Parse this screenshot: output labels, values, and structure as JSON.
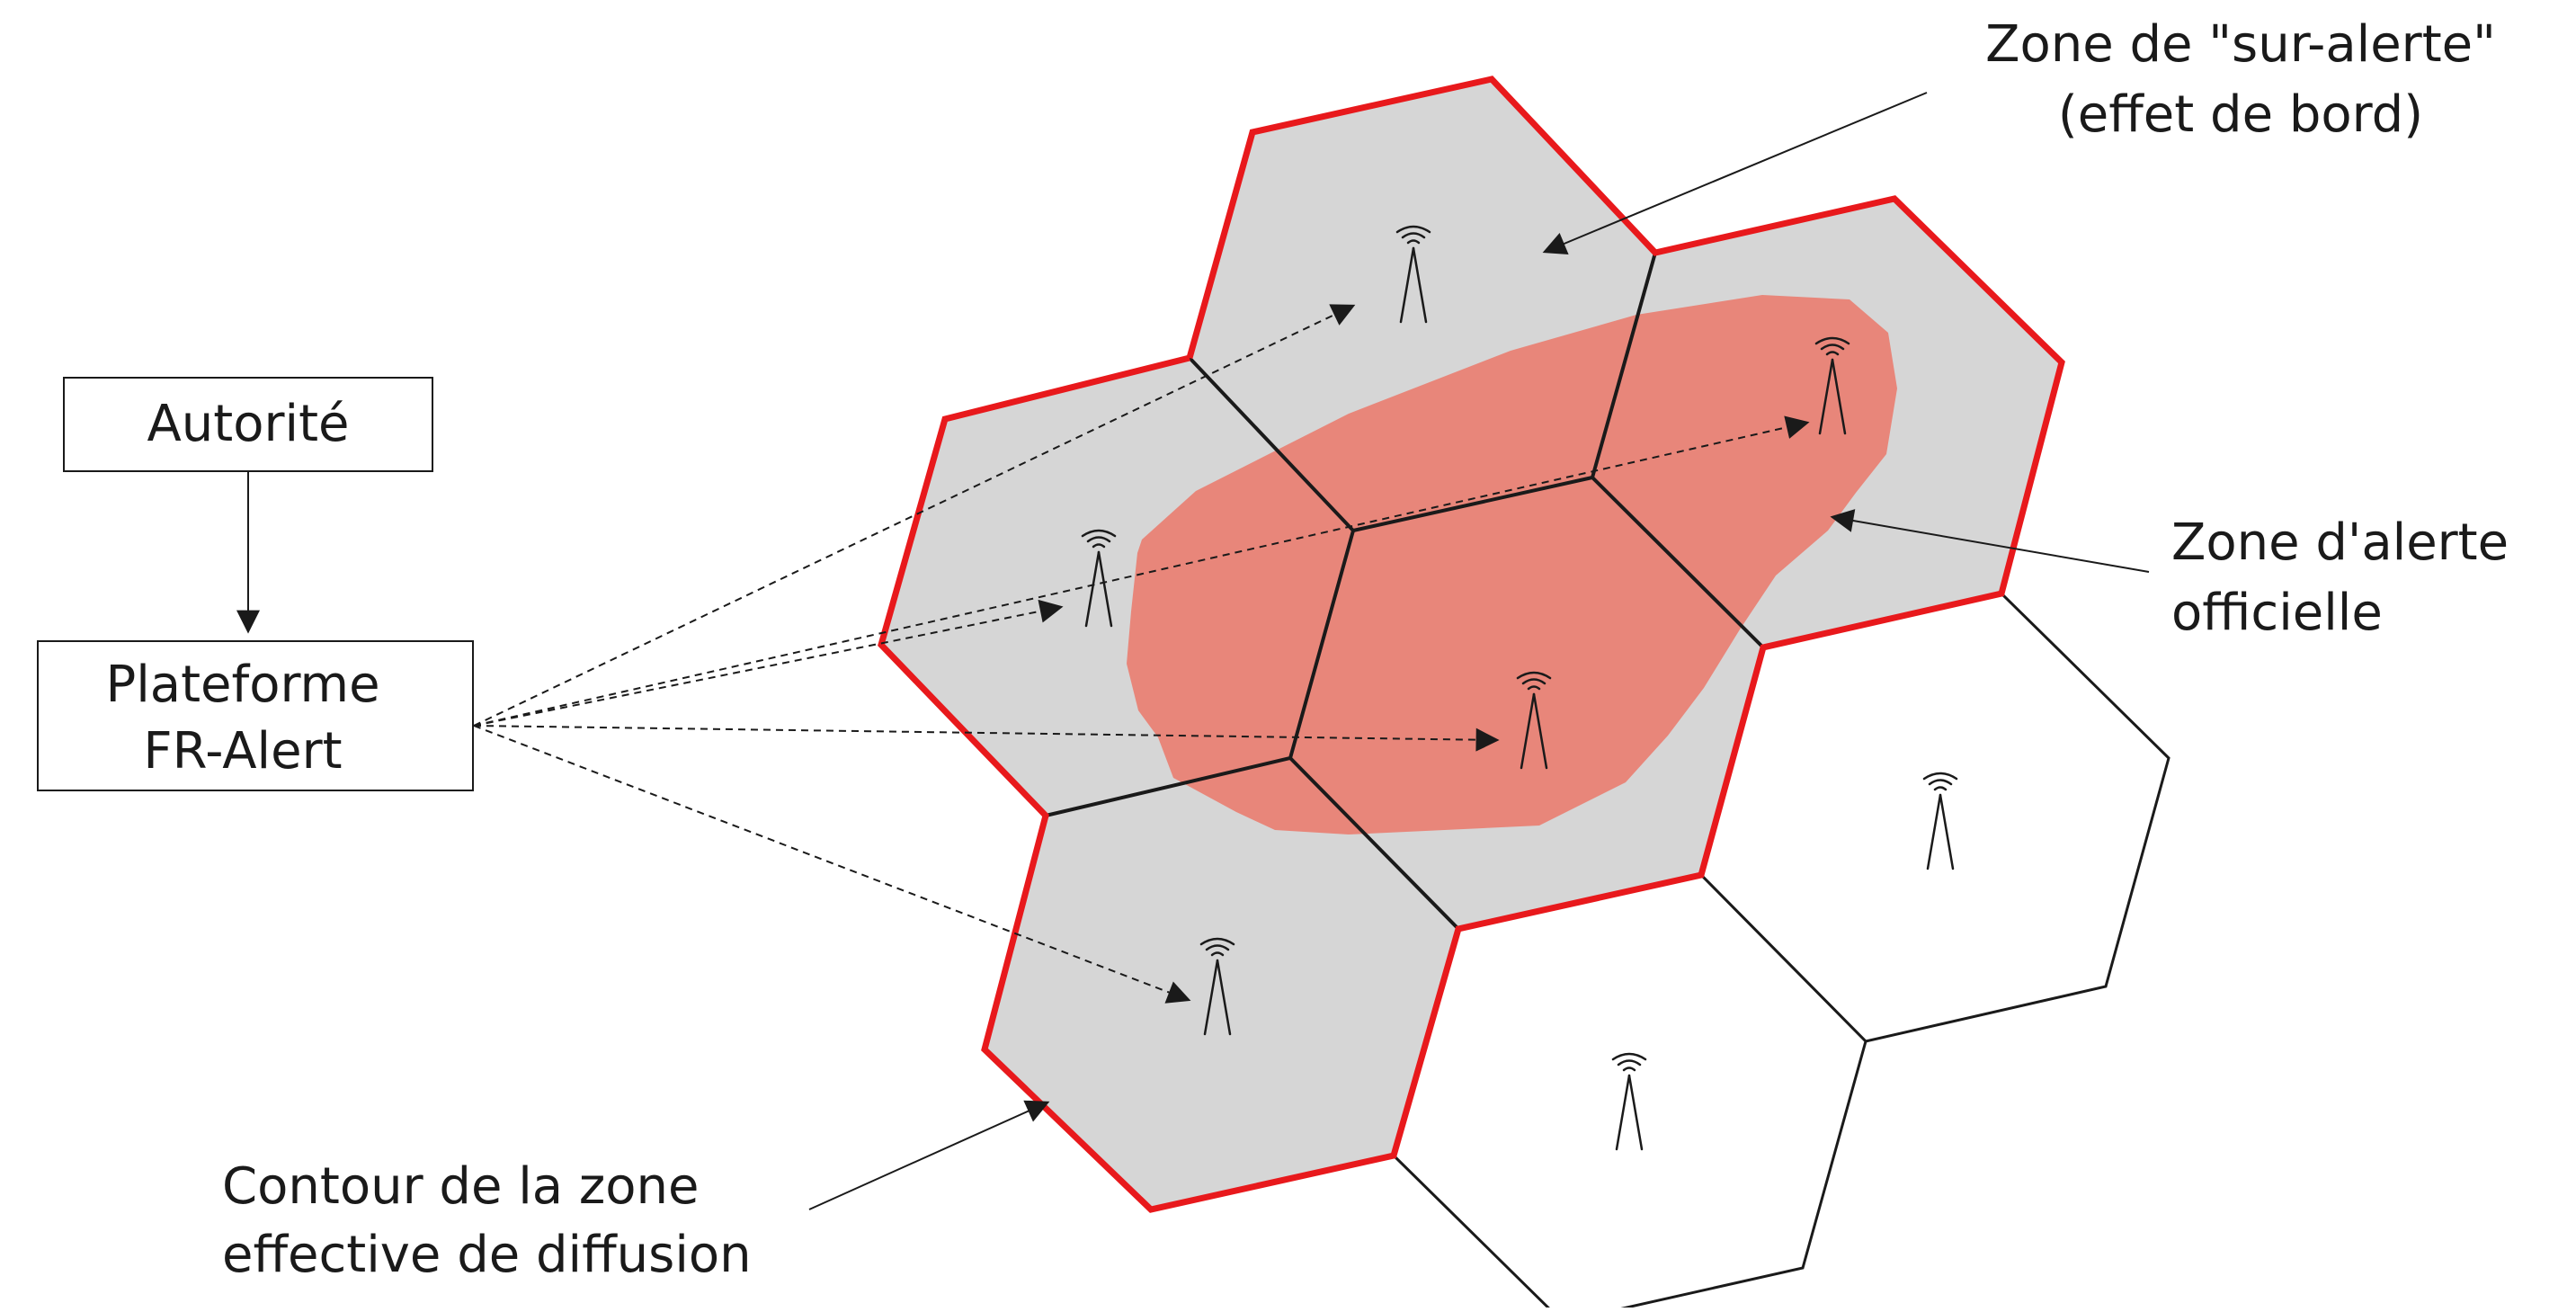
{
  "labels": {
    "autorite": "Autorité",
    "plateforme_line1": "Plateforme",
    "plateforme_line2": "FR-Alert",
    "surAlerte_line1": "Zone de \"sur-alerte\"",
    "surAlerte_line2": "(effet de bord)",
    "zoneAlerte_line1": "Zone d'alerte",
    "zoneAlerte_line2": "officielle",
    "contour_line1": "Contour de la zone",
    "contour_line2": "effective de diffusion"
  },
  "colors": {
    "covered_cell": "#d6d6d6",
    "official_zone": "#e8867a",
    "broadcast_contour": "#e8191c",
    "outline": "#1a1a1a"
  },
  "icons": {
    "antenna": "antenna-icon"
  }
}
